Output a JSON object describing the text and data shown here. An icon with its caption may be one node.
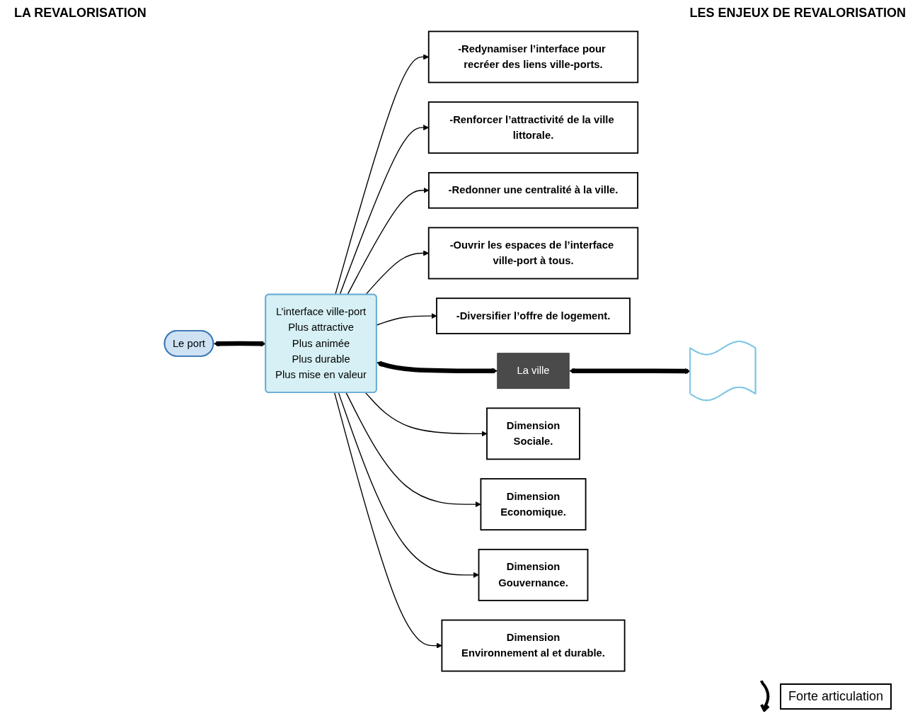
{
  "diagram": {
    "nodes": [
      {
        "text": [
          "-Redynamiser l’interface pour recréer des liens ville-ports."
        ]
      },
      {
        "text": [
          "-Renforcer l’attractivité de la ville littorale."
        ]
      },
      {
        "text": [
          "-Redonner une centralité à la ville."
        ]
      },
      {
        "text": [
          "-Ouvrir les espaces de l’interface ville-port à tous."
        ]
      },
      {
        "text": [
          "-Diversifier l’offre de logement."
        ]
      },
      {
        "text": [],
        "shape": "wave"
      },
      {
        "text": [
          "Le port"
        ]
      },
      {
        "text": [
          "L’interface ville-port",
          "Plus attractive",
          "Plus animée",
          "Plus durable",
          "Plus mise en valeur"
        ]
      },
      {
        "text": [
          "La ville"
        ]
      },
      {
        "text": [
          "Dimension",
          "Sociale."
        ]
      },
      {
        "text": [
          "Dimension",
          "Economique."
        ]
      },
      {
        "text": [
          "Dimension",
          "Gouvernance."
        ]
      },
      {
        "text": [
          "Dimension",
          "Environnement al et durable."
        ]
      }
    ],
    "edges": [
      {
        "from": 7,
        "to": 0,
        "arrow": "to"
      },
      {
        "from": 7,
        "to": 1,
        "arrow": "to"
      },
      {
        "from": 7,
        "to": 2,
        "arrow": "to"
      },
      {
        "from": 7,
        "to": 3,
        "arrow": "to"
      },
      {
        "from": 7,
        "to": 4,
        "arrow": "to"
      },
      {
        "from": 7,
        "to": 9,
        "arrow": "to"
      },
      {
        "from": 7,
        "to": 10,
        "arrow": "to"
      },
      {
        "from": 7,
        "to": 11,
        "arrow": "to"
      },
      {
        "from": 7,
        "to": 12,
        "arrow": "to"
      },
      {
        "from": 6,
        "to": 7,
        "arrow": "both",
        "style": "thick"
      },
      {
        "from": 7,
        "to": 8,
        "arrow": "both",
        "style": "thick"
      },
      {
        "from": 8,
        "to": 5,
        "arrow": "both",
        "style": "thick"
      }
    ],
    "labels": [
      "LA REVALORISATION",
      "LES ENJEUX DE REVALORISATION"
    ],
    "legend": [
      {
        "text": "Forte articulation"
      }
    ]
  }
}
